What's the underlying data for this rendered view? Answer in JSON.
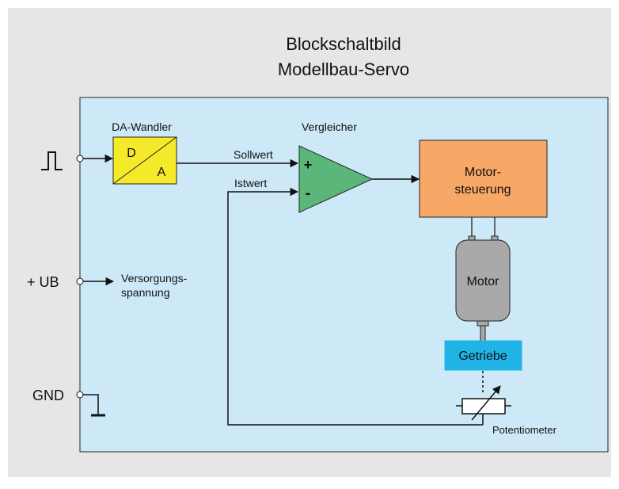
{
  "title": {
    "line1": "Blockschaltbild",
    "line2": "Modellbau-Servo"
  },
  "inputs": {
    "pwm_symbol": "pwm-pulse-icon",
    "ub": "+ UB",
    "gnd": "GND"
  },
  "blocks": {
    "da_converter": {
      "caption": "DA-Wandler",
      "letter_d": "D",
      "letter_a": "A"
    },
    "comparator": {
      "caption": "Vergleicher",
      "plus": "+",
      "minus": "-"
    },
    "motor_control": {
      "line1": "Motor-",
      "line2": "steuerung"
    },
    "motor": {
      "label": "Motor"
    },
    "gearbox": {
      "label": "Getriebe"
    },
    "potentiometer": {
      "label": "Potentiometer"
    }
  },
  "signals": {
    "setpoint": "Sollwert",
    "actual": "Istwert",
    "supply_line1": "Versorgungs-",
    "supply_line2": "spannung"
  },
  "colors": {
    "page_bg": "#e6e6e6",
    "panel_bg": "#cde9f7",
    "da_fill": "#f5e92a",
    "comparator_fill": "#5bb679",
    "motor_control_fill": "#f7a866",
    "motor_fill": "#a9a9a9",
    "gearbox_fill": "#1fb3e6"
  }
}
